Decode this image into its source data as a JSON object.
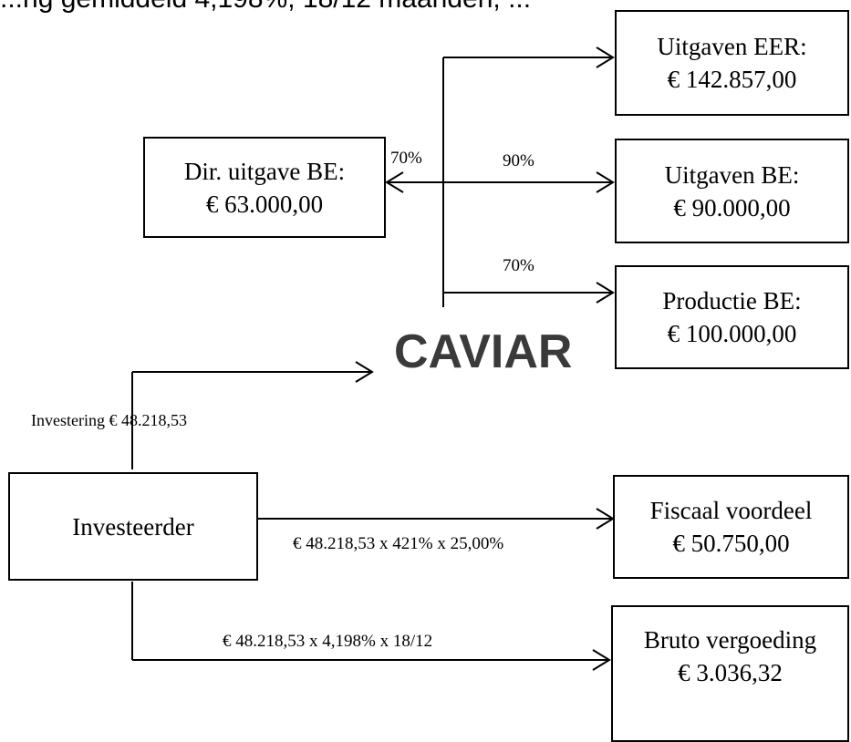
{
  "top_text": "...ng gemiddeld 4,198%, 18/12 maanden, ...",
  "boxes": {
    "dir_uitgave": {
      "line1": "Dir. uitgave BE:",
      "line2": "€ 63.000,00"
    },
    "uitgaven_eer": {
      "line1": "Uitgaven EER:",
      "line2": "€ 142.857,00"
    },
    "uitgaven_be": {
      "line1": "Uitgaven BE:",
      "line2": "€ 90.000,00"
    },
    "productie_be": {
      "line1": "Productie BE:",
      "line2": "€ 100.000,00"
    },
    "investeerder": {
      "line1": "Investeerder"
    },
    "fiscaal": {
      "line1": "Fiscaal voordeel",
      "line2": "€ 50.750,00"
    },
    "bruto": {
      "line1": "Bruto vergoeding",
      "line2": "€ 3.036,32"
    }
  },
  "labels": {
    "pct_70_left": "70%",
    "pct_90": "90%",
    "pct_70_bottom": "70%",
    "investering": "Investering € 48.218,53",
    "fiscaal_formula": "€ 48.218,53 x 421% x 25,00%",
    "bruto_formula": "€ 48.218,53 x 4,198% x 18/12"
  },
  "logo": "CAVIAR"
}
